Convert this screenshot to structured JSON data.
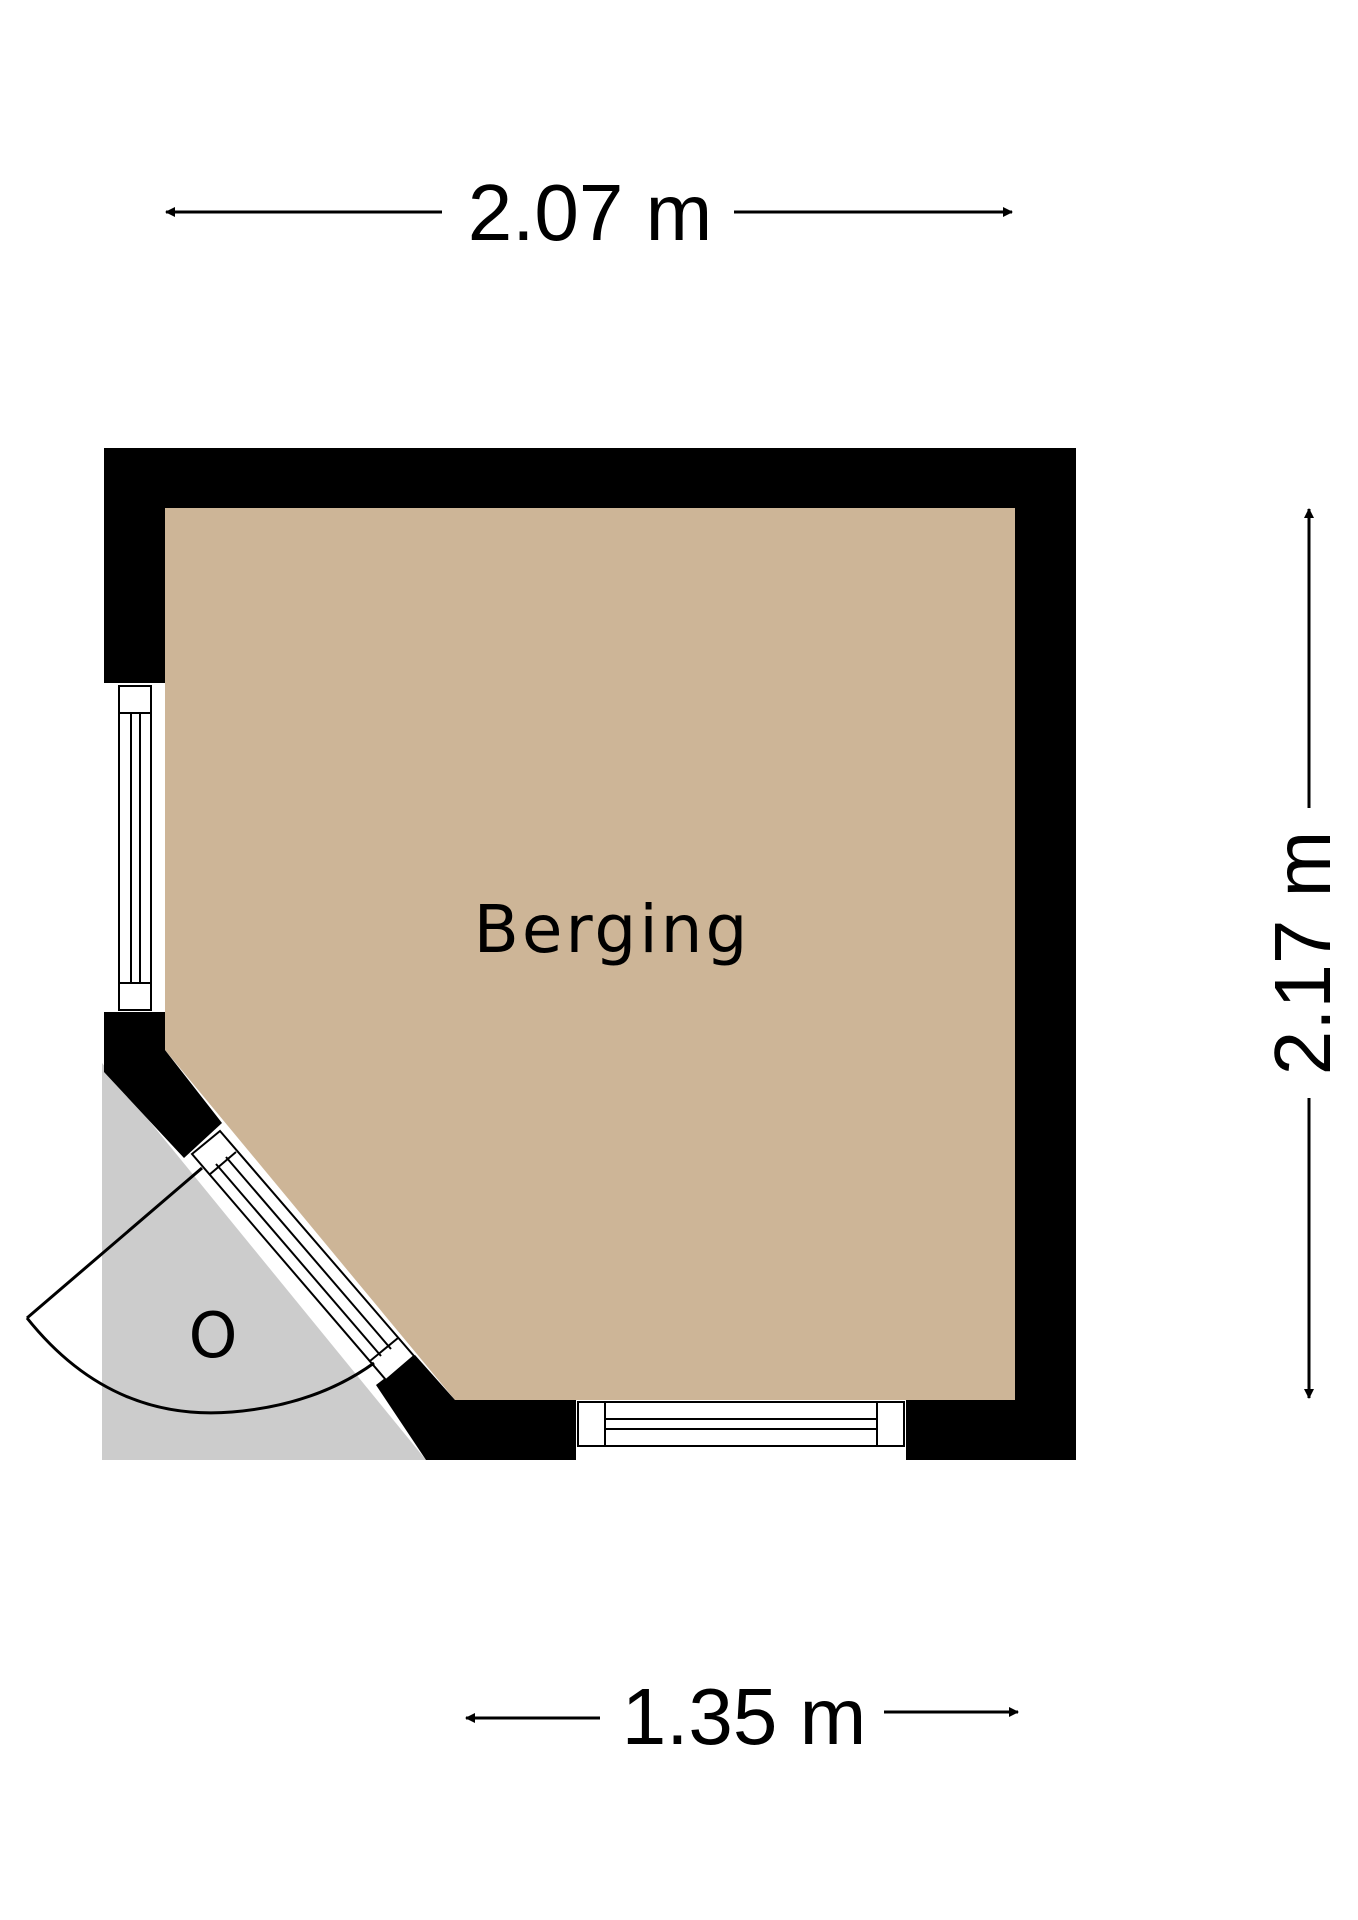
{
  "plan": {
    "room_name": "Berging",
    "outdoor_label": "O",
    "dimensions": {
      "top_width": "2.07 m",
      "right_height": "2.17 m",
      "bottom_width": "1.35 m"
    }
  },
  "colors": {
    "floor": "#CDB597",
    "wall": "#000000",
    "outdoor_area": "#CCCCCC",
    "background": "#FFFFFF"
  }
}
